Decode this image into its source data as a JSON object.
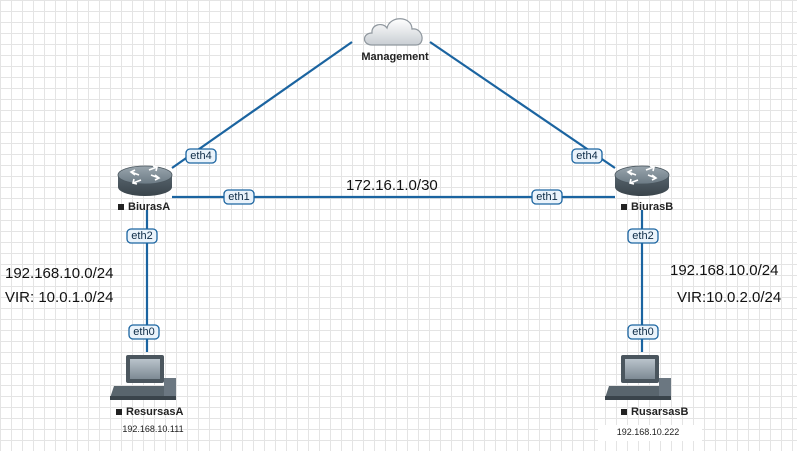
{
  "cloud": {
    "label": "Management"
  },
  "routers": {
    "a": {
      "label": "BiurasA"
    },
    "b": {
      "label": "BiurasB"
    }
  },
  "hosts": {
    "a": {
      "label": "ResursasA",
      "ip": "192.168.10.111"
    },
    "b": {
      "label": "RusarsasB",
      "ip": "192.168.10.222"
    }
  },
  "ports": {
    "a_eth4": "eth4",
    "b_eth4": "eth4",
    "a_eth1": "eth1",
    "b_eth1": "eth1",
    "a_eth2": "eth2",
    "b_eth2": "eth2",
    "a_eth0": "eth0",
    "b_eth0": "eth0"
  },
  "networks": {
    "transit": "172.16.1.0/30",
    "left_subnet": "192.168.10.0/24",
    "left_vir": "VIR: 10.0.1.0/24",
    "right_subnet": "192.168.10.0/24",
    "right_vir": "VIR:10.0.2.0/24"
  },
  "colors": {
    "link": "#1b64a0",
    "router": "#5d6d78",
    "grid": "#e4e4e4"
  }
}
